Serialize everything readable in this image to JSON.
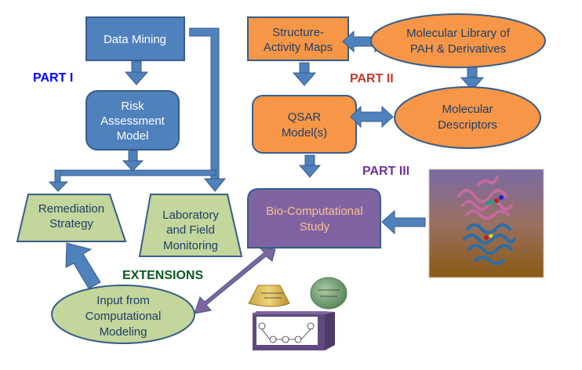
{
  "colors": {
    "blue_fill": "#4f81bd",
    "blue_stroke": "#385d8a",
    "orange_fill": "#f79646",
    "green_fill": "#c3d69b",
    "purple_fill": "#8064a2",
    "node_text_dark": "#1f3f6a",
    "bio_text": "#fac090",
    "part1": "#0000ff",
    "part2": "#c0392b",
    "part3": "#7030a0",
    "extensions": "#0b5a1e"
  },
  "sections": {
    "part1": "PART I",
    "part2": "PART II",
    "part3": "PART III",
    "extensions": "EXTENSIONS"
  },
  "nodes": {
    "data_mining": [
      "Data Mining"
    ],
    "risk_model": [
      "Risk",
      "Assessment",
      "Model"
    ],
    "remediation": [
      "Remediation",
      "Strategy"
    ],
    "lab_field": [
      "Laboratory",
      "and Field",
      "Monitoring"
    ],
    "sar_maps": [
      "Structure-",
      "Activity Maps"
    ],
    "mol_library": [
      "Molecular Library of",
      "PAH & Derivatives"
    ],
    "qsar": [
      "QSAR",
      "Model(s)"
    ],
    "mol_descriptors": [
      "Molecular",
      "Descriptors"
    ],
    "bio_study": [
      "Bio-Computational",
      "Study"
    ],
    "comp_input": [
      "Input from",
      "Computational",
      "Modeling"
    ]
  },
  "images": {
    "protein": "protein-structure",
    "hosts": [
      "cyclodextrin-host",
      "cucurbituril-host",
      "macrocycle-box-host"
    ]
  }
}
